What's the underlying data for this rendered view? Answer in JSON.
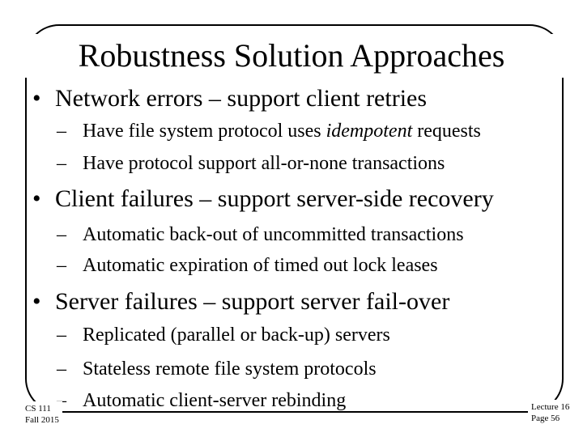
{
  "slide": {
    "title": "Robustness Solution Approaches",
    "bullet_symbol": "•",
    "dash_symbol": "–",
    "bullets": [
      {
        "text": "Network errors – support client retries",
        "subs": [
          {
            "pre": "Have file system protocol uses ",
            "em": "idempotent",
            "post": " requests"
          },
          {
            "text": "Have protocol support all-or-none transactions"
          }
        ]
      },
      {
        "text": "Client failures – support server-side recovery",
        "subs": [
          {
            "text": "Automatic back-out of uncommitted transactions"
          },
          {
            "text": "Automatic expiration of timed out lock leases"
          }
        ]
      },
      {
        "text": "Server failures – support server fail-over",
        "subs": [
          {
            "text": "Replicated (parallel or back-up) servers"
          },
          {
            "text": "Stateless remote file system protocols"
          },
          {
            "text": "Automatic client-server rebinding"
          }
        ]
      }
    ]
  },
  "footer": {
    "course": "CS 111",
    "term": "Fall 2015",
    "lecture": "Lecture 16",
    "page": "Page 56"
  }
}
